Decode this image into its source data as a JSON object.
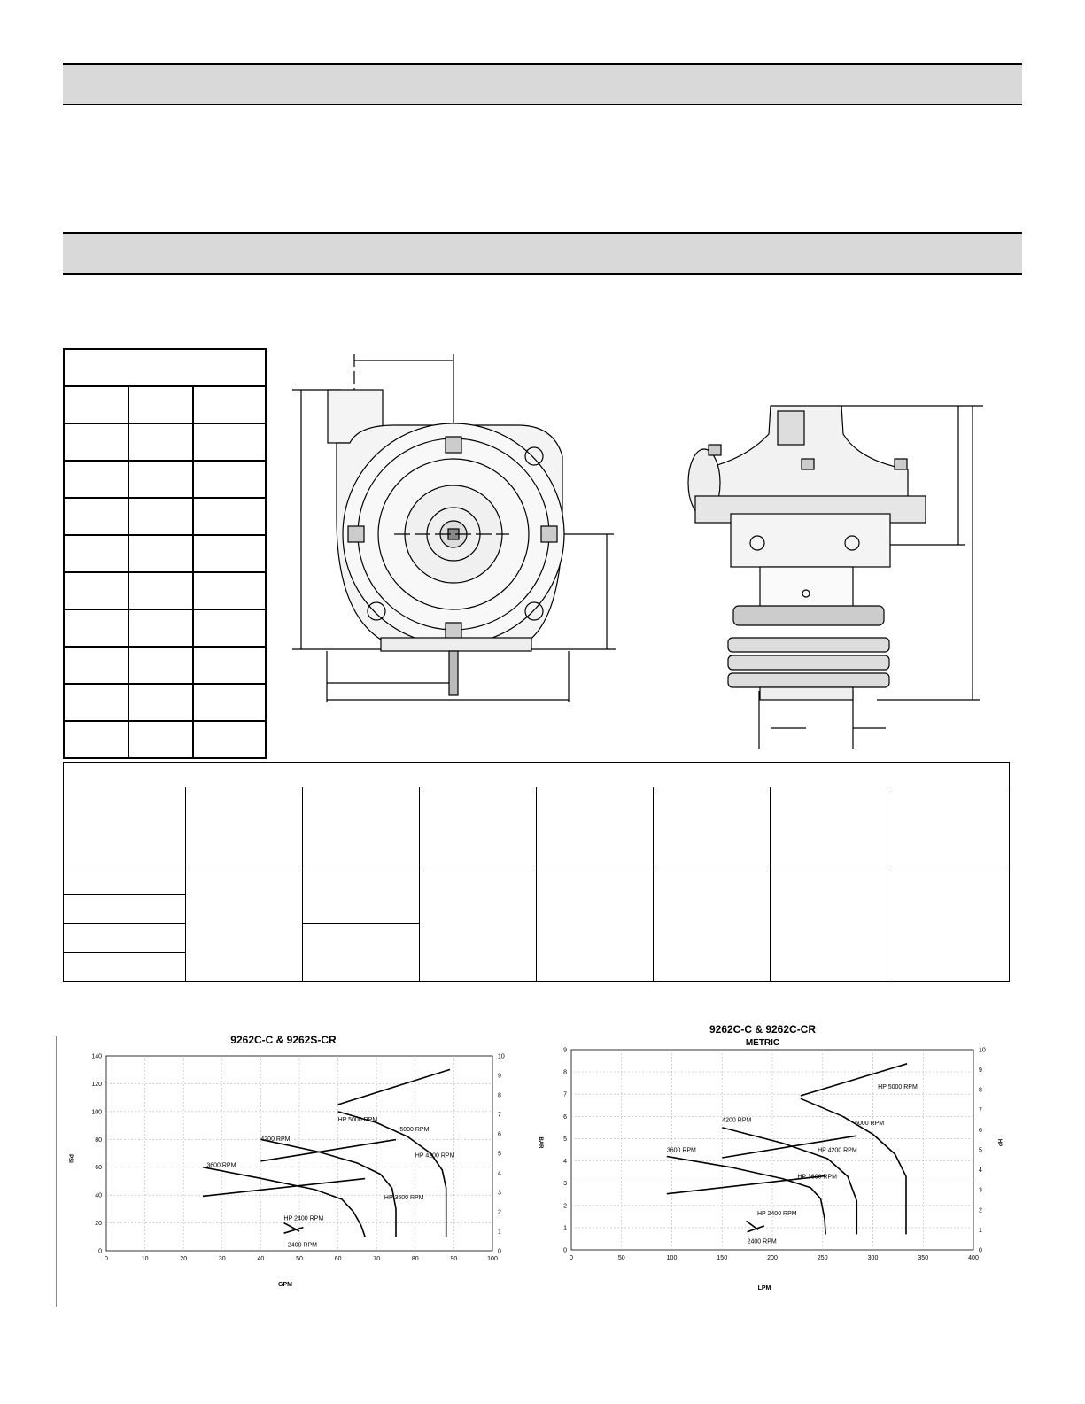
{
  "charts": [
    {
      "title": "9262C-C & 9262S-CR",
      "subtitle": "",
      "xlabel": "GPM",
      "ylabel": "PSI",
      "y2label": "",
      "x_ticks": [
        "0",
        "10",
        "20",
        "30",
        "40",
        "50",
        "60",
        "70",
        "80",
        "90",
        "100"
      ],
      "y_ticks": [
        "0",
        "20",
        "40",
        "60",
        "80",
        "100",
        "120",
        "140"
      ],
      "y2_ticks": [
        "0",
        "1",
        "2",
        "3",
        "4",
        "5",
        "6",
        "7",
        "8",
        "9",
        "10"
      ],
      "curve_labels": [
        "HP 5000 RPM",
        "5000 RPM",
        "4200 RPM",
        "HP 4200 RPM",
        "3600 RPM",
        "HP 3600 RPM",
        "HP 2400 RPM",
        "2400 RPM"
      ]
    },
    {
      "title": "9262C-C & 9262C-CR",
      "subtitle": "METRIC",
      "xlabel": "LPM",
      "ylabel": "BAR",
      "y2label": "HP",
      "x_ticks": [
        "0",
        "50",
        "100",
        "150",
        "200",
        "250",
        "300",
        "350",
        "400"
      ],
      "y_ticks": [
        "0",
        "1",
        "2",
        "3",
        "4",
        "5",
        "6",
        "7",
        "8",
        "9"
      ],
      "y2_ticks": [
        "0",
        "1",
        "2",
        "3",
        "4",
        "5",
        "6",
        "7",
        "8",
        "9",
        "10"
      ],
      "curve_labels": [
        "HP 5000 RPM",
        "5000 RPM",
        "4200 RPM",
        "HP 4200 RPM",
        "3600 RPM",
        "HP 3600 RPM",
        "HP 2400 RPM",
        "2400 RPM"
      ]
    }
  ],
  "chart_data": [
    {
      "type": "line",
      "title": "9262C-C & 9262S-CR",
      "xlabel": "GPM",
      "ylabel": "PSI",
      "xlim": [
        0,
        100
      ],
      "ylim": [
        0,
        140
      ],
      "y2lim": [
        0,
        10
      ],
      "grid": true,
      "series": [
        {
          "name": "5000 RPM",
          "axis": "left",
          "x": [
            60,
            70,
            78,
            84,
            87,
            88,
            88,
            88
          ],
          "y": [
            100,
            92,
            82,
            70,
            58,
            45,
            25,
            10
          ]
        },
        {
          "name": "4200 RPM",
          "axis": "left",
          "x": [
            40,
            55,
            65,
            71,
            74,
            75,
            75
          ],
          "y": [
            80,
            71,
            63,
            55,
            45,
            30,
            10
          ]
        },
        {
          "name": "3600 RPM",
          "axis": "left",
          "x": [
            25,
            40,
            54,
            61,
            64,
            66,
            67
          ],
          "y": [
            60,
            52,
            44,
            37,
            28,
            18,
            10
          ]
        },
        {
          "name": "2400 RPM",
          "axis": "left",
          "x": [
            46,
            50
          ],
          "y": [
            20,
            14
          ]
        },
        {
          "name": "HP 5000 RPM",
          "axis": "right",
          "x": [
            60,
            89
          ],
          "y": [
            7.5,
            9.3
          ]
        },
        {
          "name": "HP 4200 RPM",
          "axis": "right",
          "x": [
            40,
            75
          ],
          "y": [
            4.6,
            5.7
          ]
        },
        {
          "name": "HP 3600 RPM",
          "axis": "right",
          "x": [
            25,
            67
          ],
          "y": [
            2.8,
            3.7
          ]
        },
        {
          "name": "HP 2400 RPM",
          "axis": "right",
          "x": [
            46,
            51
          ],
          "y": [
            0.9,
            1.2
          ]
        }
      ]
    },
    {
      "type": "line",
      "title": "9262C-C & 9262C-CR",
      "subtitle": "METRIC",
      "xlabel": "LPM",
      "ylabel": "BAR",
      "y2label": "HP",
      "xlim": [
        0,
        400
      ],
      "ylim": [
        0,
        9
      ],
      "y2lim": [
        0,
        10
      ],
      "grid": true,
      "series": [
        {
          "name": "5000 RPM",
          "axis": "left",
          "x": [
            228,
            270,
            300,
            322,
            333,
            333,
            333
          ],
          "y": [
            6.8,
            6.0,
            5.2,
            4.3,
            3.3,
            2.0,
            0.7
          ]
        },
        {
          "name": "4200 RPM",
          "axis": "left",
          "x": [
            150,
            210,
            255,
            275,
            284,
            284
          ],
          "y": [
            5.5,
            4.8,
            4.1,
            3.3,
            2.2,
            0.7
          ]
        },
        {
          "name": "3600 RPM",
          "axis": "left",
          "x": [
            95,
            160,
            210,
            238,
            248,
            252,
            253
          ],
          "y": [
            4.2,
            3.7,
            3.2,
            2.8,
            2.3,
            1.4,
            0.7
          ]
        },
        {
          "name": "2400 RPM",
          "axis": "left",
          "x": [
            174,
            186
          ],
          "y": [
            1.3,
            0.9
          ]
        },
        {
          "name": "HP 5000 RPM",
          "axis": "right",
          "x": [
            228,
            334
          ],
          "y": [
            7.7,
            9.3
          ]
        },
        {
          "name": "HP 4200 RPM",
          "axis": "right",
          "x": [
            150,
            284
          ],
          "y": [
            4.6,
            5.7
          ]
        },
        {
          "name": "HP 3600 RPM",
          "axis": "right",
          "x": [
            95,
            253
          ],
          "y": [
            2.8,
            3.7
          ]
        },
        {
          "name": "HP 2400 RPM",
          "axis": "right",
          "x": [
            175,
            192
          ],
          "y": [
            0.9,
            1.2
          ]
        }
      ]
    }
  ]
}
